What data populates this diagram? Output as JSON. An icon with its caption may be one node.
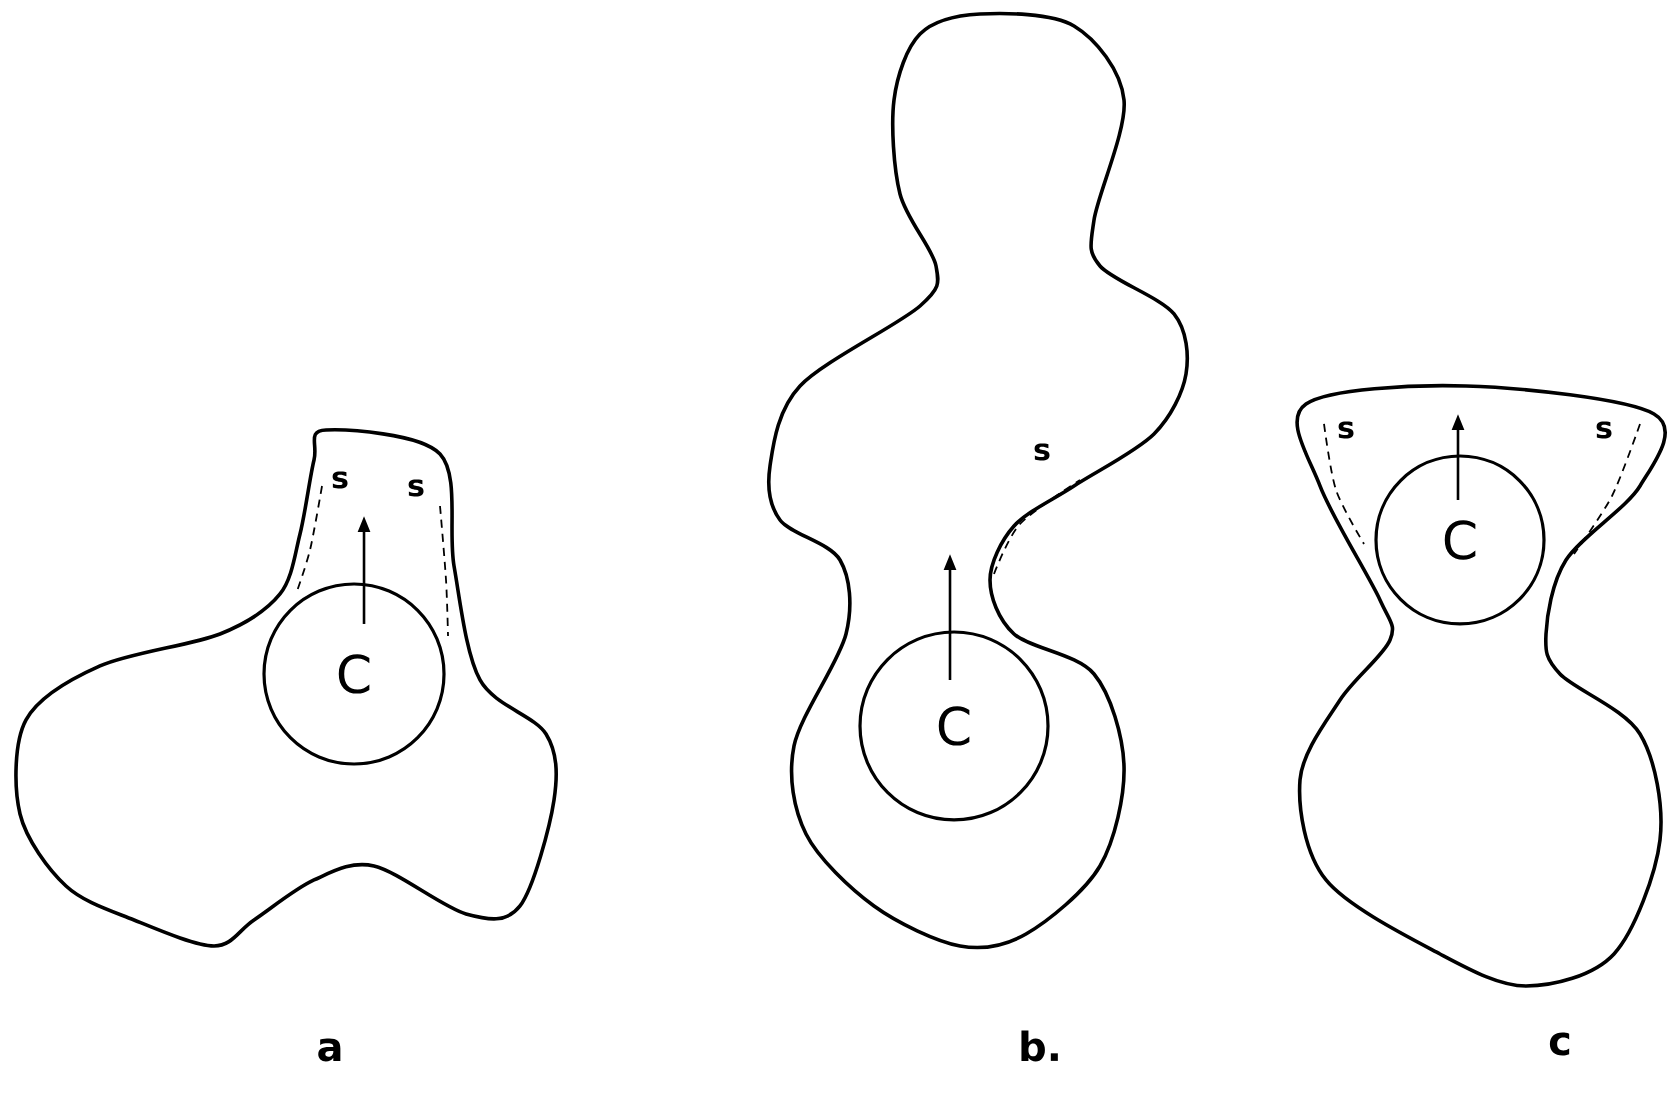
{
  "diagram": {
    "nodes": [
      {
        "text": [],
        "shape": "blob"
      },
      {
        "text": [
          "C"
        ],
        "in": 0
      },
      {
        "text": [],
        "shape": "blob"
      },
      {
        "text": [
          "C"
        ],
        "in": 2
      },
      {
        "text": [],
        "shape": "blob"
      },
      {
        "text": [
          "C"
        ],
        "in": 4
      }
    ],
    "labels": [
      "s",
      "s",
      "s",
      "s",
      "s",
      "a",
      "b.",
      "c"
    ]
  }
}
